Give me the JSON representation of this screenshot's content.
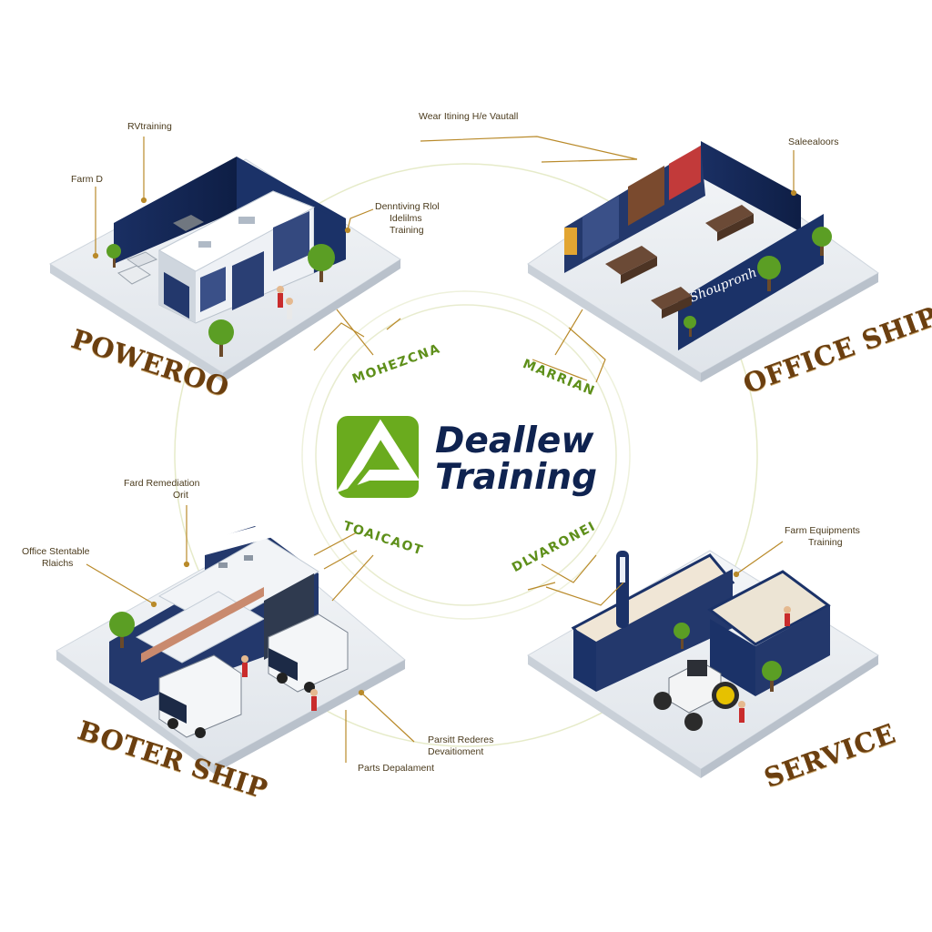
{
  "brand": {
    "name_line1": "Deallew",
    "name_line2": "Training",
    "accent": "#6aab1e",
    "navy": "#13264f"
  },
  "corners": {
    "top_left": "POWEROO",
    "top_right": "OFFICE SHIP",
    "bottom_left": "BOTER SHIP",
    "bottom_right": "SERVICE"
  },
  "ring_labels": {
    "top_left": "MOHEZCNA",
    "top_right": "MARRIAN",
    "bottom_left": "TOAICAOT",
    "bottom_right": "DLVARONEI"
  },
  "annotations": {
    "rv_training": "RVtraining",
    "farm_d": "Farm D",
    "top_center": "Wear Itining H/e Vautall",
    "dealer_training": [
      "Denntiving Rlol",
      "Idelilms",
      "Training"
    ],
    "saleadoors": "Saleealoors",
    "farm_remediation": [
      "Fard Remediation",
      "Orit"
    ],
    "office_rentable": [
      "Office Stentable",
      "Rlaichs"
    ],
    "farm_equipments": [
      "Farm Equipments",
      "Training"
    ],
    "parts_reviews": [
      "Parsitt Rederes",
      "Devaitioment"
    ],
    "parts_department": "Parts Depalament"
  },
  "showroom_sign": "Shoupronh",
  "icons": [
    "brand-logo-icon",
    "tree-icon",
    "tractor-icon",
    "van-icon",
    "car-icon",
    "person-icon"
  ]
}
